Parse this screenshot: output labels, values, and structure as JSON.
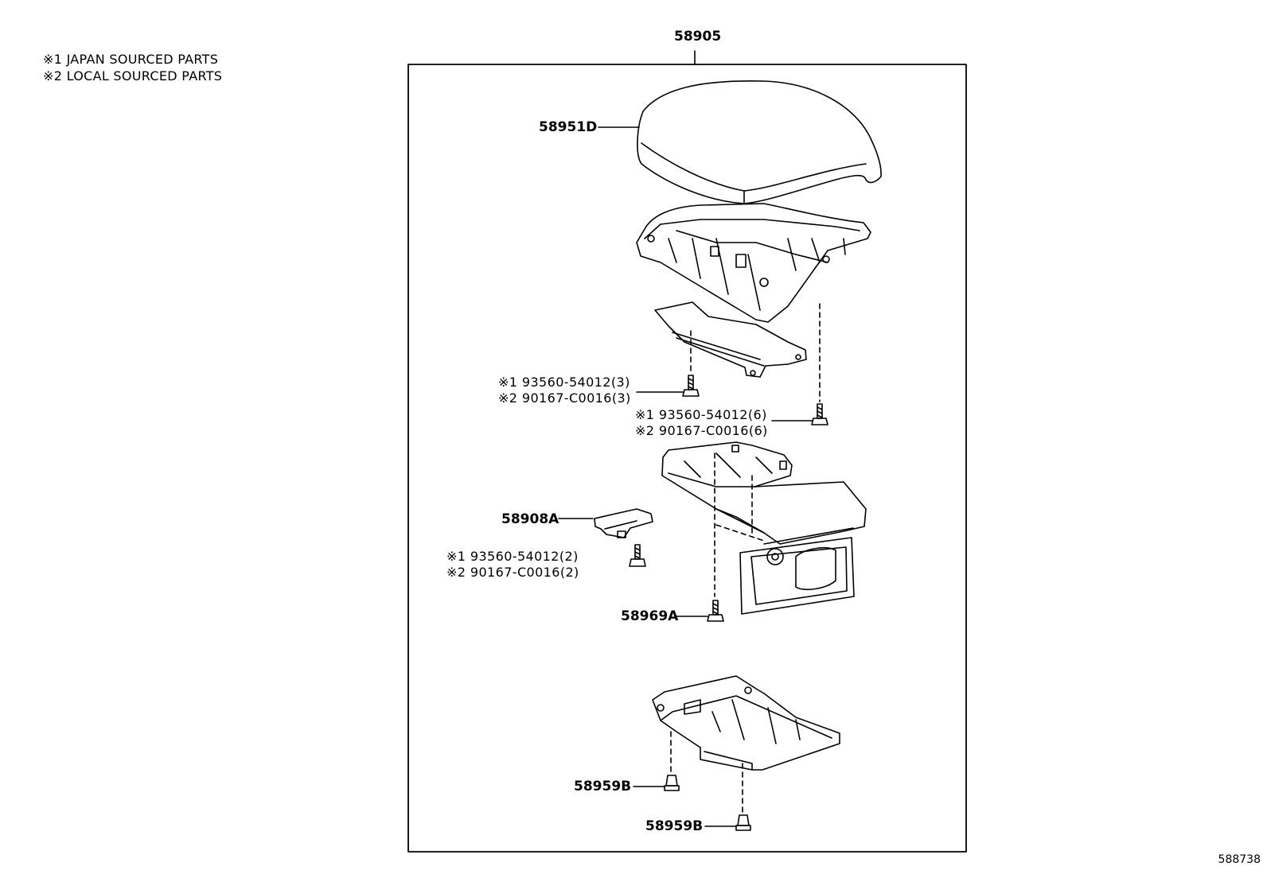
{
  "legend": {
    "note1": "※1 JAPAN SOURCED PARTS",
    "note2": "※2 LOCAL SOURCED PARTS"
  },
  "assembly": {
    "number": "58905"
  },
  "parts": {
    "cover": "58951D",
    "screw_upper_left": {
      "line1": "※1 93560-54012(3)",
      "line2": "※2 90167-C0016(3)"
    },
    "screw_upper_right": {
      "line1": "※1 93560-54012(6)",
      "line2": "※2 90167-C0016(6)"
    },
    "bracket": "58908A",
    "screw_mid_left": {
      "line1": "※1 93560-54012(2)",
      "line2": "※2 90167-C0016(2)"
    },
    "screw_lower": "58969A",
    "clip_left": "58959B",
    "clip_right": "58959B"
  },
  "figure_number": "588738"
}
